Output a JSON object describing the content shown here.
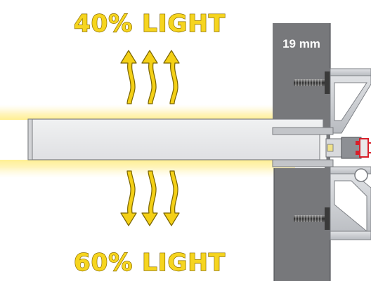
{
  "labels": {
    "top_light": "40% LIGHT",
    "bottom_light": "60% LIGHT",
    "thickness": "19 mm"
  },
  "icons": {
    "up_arrow": "wavy-up-arrow-icon",
    "down_arrow": "wavy-down-arrow-icon",
    "screw": "screw-icon",
    "connector": "connector-icon"
  },
  "colors": {
    "light_text": "#f6d51f",
    "light_outline": "#8a6d00",
    "arrow_fill": "#f4d016",
    "arrow_outline": "#7a6500",
    "board": "#77787b",
    "bar": "#e5e6e8",
    "aluminum": "#c9cbcf",
    "connector_red": "#d81f2a",
    "glow": "#fff2a8"
  }
}
